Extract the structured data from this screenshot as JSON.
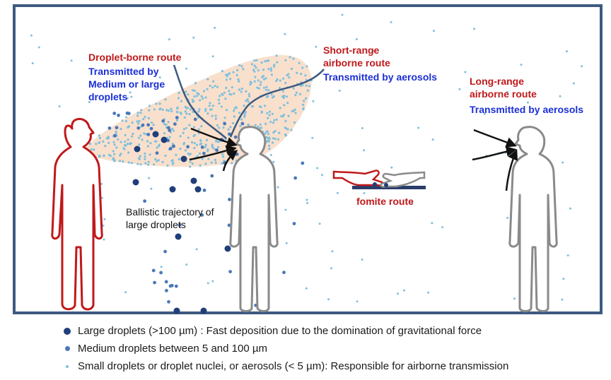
{
  "labels": {
    "droplet_route_title": "Droplet-borne route",
    "droplet_route_sub_1": "Transmitted by",
    "droplet_route_sub_2": "Medium or large",
    "droplet_route_sub_3": "droplets",
    "short_range_title_1": "Short-range",
    "short_range_title_2": "airborne route",
    "short_range_sub": "Transmitted by aerosols",
    "long_range_title_1": "Long-range",
    "long_range_title_2": "airborne route",
    "long_range_sub": "Transmitted by aerosols",
    "fomite_route": "fomite route",
    "ballistic_1": "Ballistic trajectory of",
    "ballistic_2": "large droplets"
  },
  "legend": [
    {
      "size": "large",
      "text": "Large droplets (>100 µm) : Fast deposition due to the domination of gravitational force"
    },
    {
      "size": "medium",
      "text": "Medium droplets between 5 and 100 µm"
    },
    {
      "size": "small",
      "text": "Small droplets or droplet nuclei, or aerosols (< 5 µm): Responsible for airborne transmission"
    }
  ],
  "colors": {
    "frame": "#3d5a80",
    "source_person": "#c0191b",
    "receiver_person": "#8a8a8a",
    "cloud": "#f8ddc6",
    "large_droplet": "#1f3f7a",
    "medium_droplet": "#4a78b8",
    "small_droplet": "#7fc0de",
    "route_red": "#c0191b",
    "route_blue": "#1b2fd6",
    "arrow": "#111111"
  }
}
